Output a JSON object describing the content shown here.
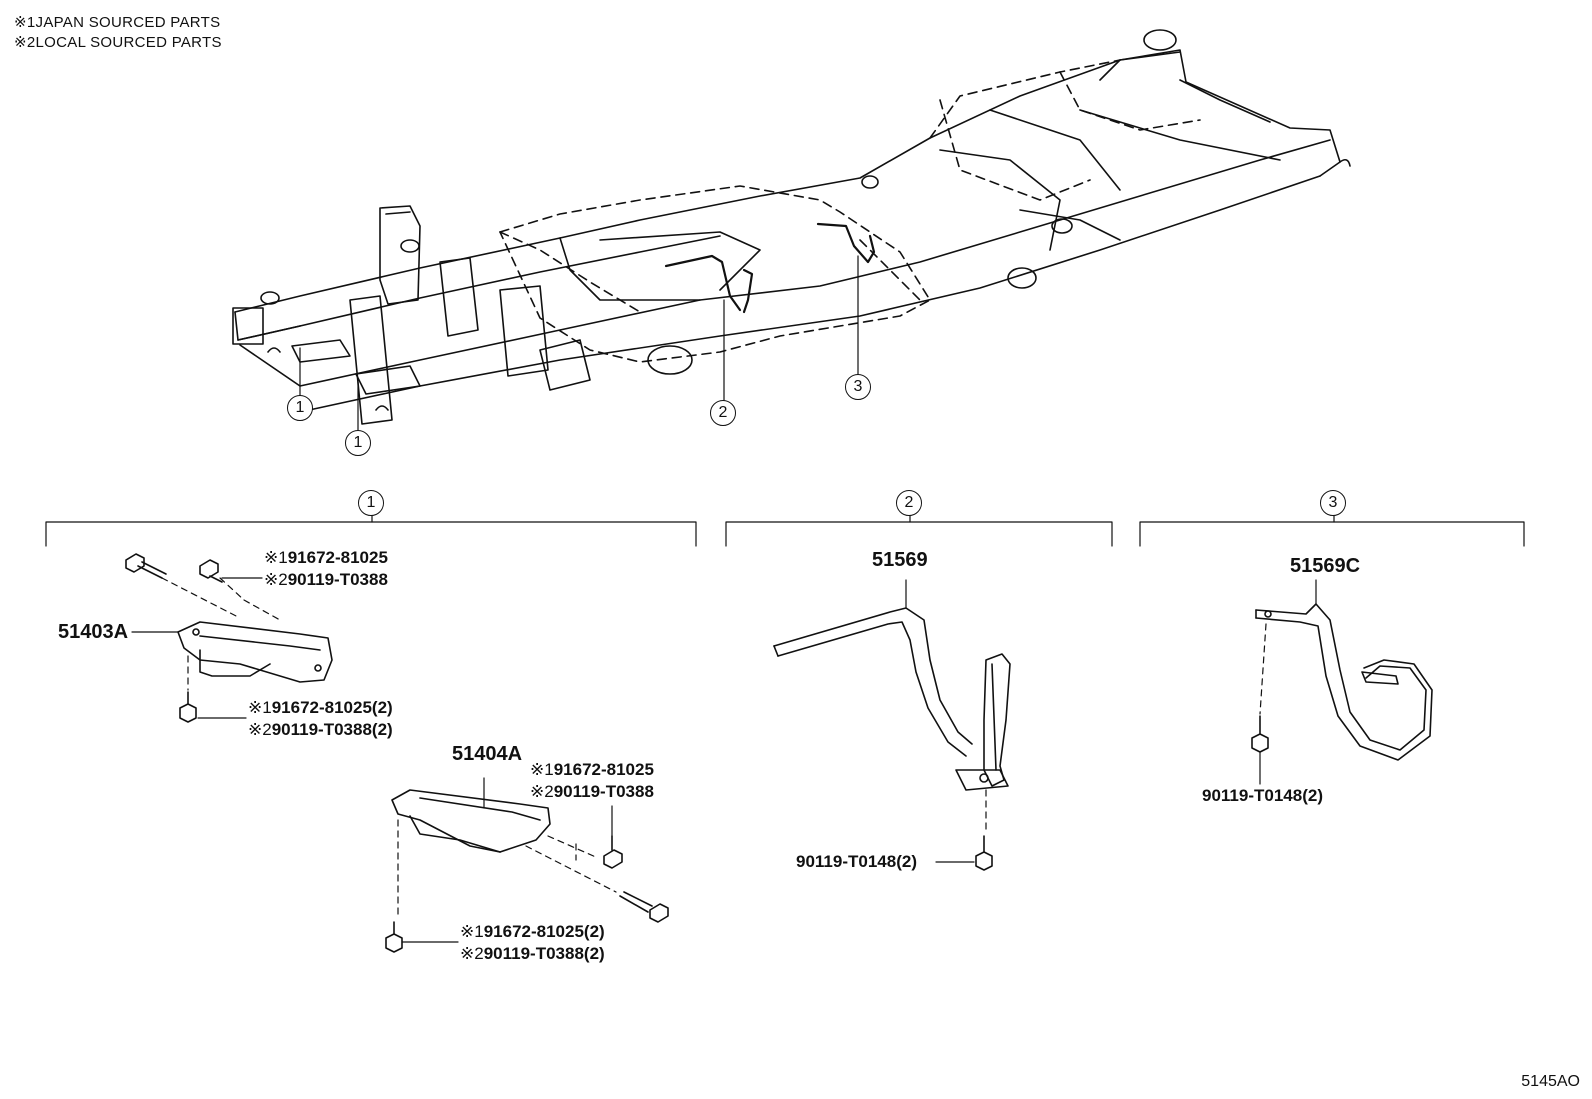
{
  "legend": [
    {
      "mark": "※1",
      "text": "JAPAN SOURCED PARTS"
    },
    {
      "mark": "※2",
      "text": "LOCAL SOURCED PARTS"
    }
  ],
  "callouts": {
    "one": "1",
    "two": "2",
    "three": "3"
  },
  "group1": {
    "bracket_front": "51403A",
    "bracket_rear": "51404A",
    "upper_bolt_a": {
      "mark1": "※1",
      "part1": "91672-81025",
      "mark2": "※2",
      "part2": "90119-T0388"
    },
    "lower_bolt_a": {
      "mark1": "※1",
      "part1": "91672-81025(2)",
      "mark2": "※2",
      "part2": "90119-T0388(2)"
    },
    "upper_bolt_b": {
      "mark1": "※1",
      "part1": "91672-81025",
      "mark2": "※2",
      "part2": "90119-T0388"
    },
    "lower_bolt_b": {
      "mark1": "※1",
      "part1": "91672-81025(2)",
      "mark2": "※2",
      "part2": "90119-T0388(2)"
    }
  },
  "group2": {
    "strap": "51569",
    "bolt": "90119-T0148(2)"
  },
  "group3": {
    "strap": "51569C",
    "bolt": "90119-T0148(2)"
  },
  "doc_id": "5145AO"
}
